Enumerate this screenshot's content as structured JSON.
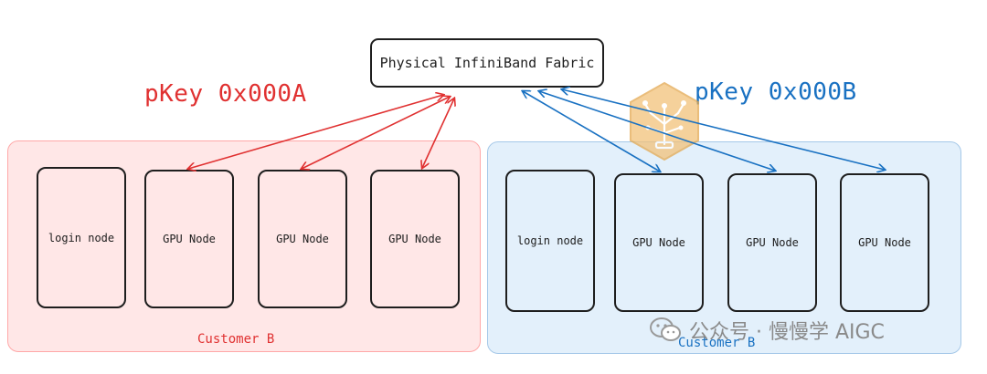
{
  "fabric": {
    "label": "Physical InfiniBand Fabric"
  },
  "partitions": [
    {
      "pkey": "pKey 0x000A",
      "customer": "Customer B",
      "color": "#e03131",
      "fill": "#ffe7e7",
      "nodes": [
        "login node",
        "GPU Node",
        "GPU Node",
        "GPU Node"
      ]
    },
    {
      "pkey": "pKey 0x000B",
      "customer": "Customer B",
      "color": "#1971c2",
      "fill": "#e3f0fb",
      "nodes": [
        "login node",
        "GPU Node",
        "GPU Node",
        "GPU Node"
      ]
    }
  ],
  "watermark": {
    "text": "公众号 · 慢慢学 AIGC",
    "icon": "wechat-icon"
  }
}
